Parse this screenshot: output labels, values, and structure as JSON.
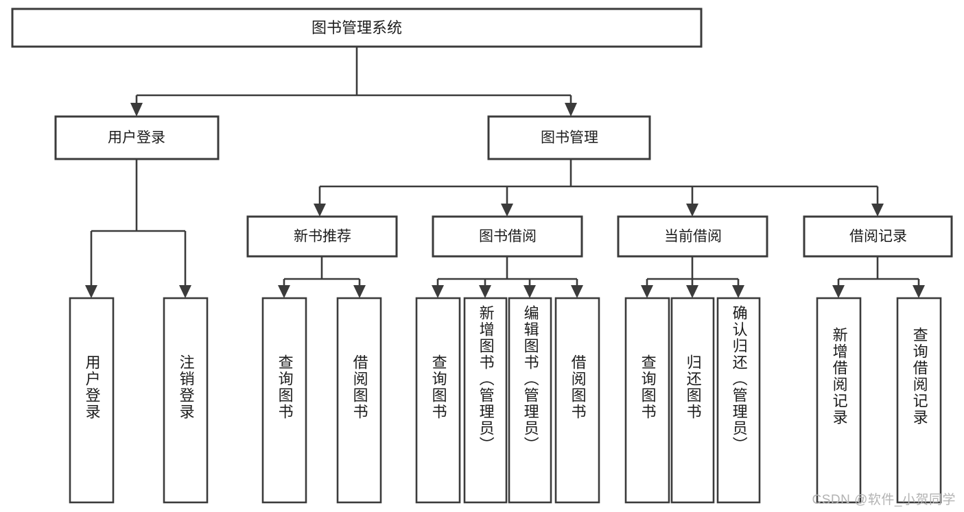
{
  "diagram": {
    "type": "tree",
    "title": "图书管理系统",
    "watermark": "CSDN @软件_小贺同学",
    "colors": {
      "stroke": "#3b3b3b",
      "fill": "#ffffff",
      "text": "#1c1c1c",
      "watermark": "#b3b3b3"
    },
    "root": {
      "id": "root",
      "label": "图书管理系统"
    },
    "level2": [
      {
        "id": "user-login",
        "label": "用户登录"
      },
      {
        "id": "book-manage",
        "label": "图书管理"
      }
    ],
    "level3": [
      {
        "id": "new-book-rec",
        "label": "新书推荐",
        "parent": "book-manage"
      },
      {
        "id": "book-borrow",
        "label": "图书借阅",
        "parent": "book-manage"
      },
      {
        "id": "current-borrow",
        "label": "当前借阅",
        "parent": "book-manage"
      },
      {
        "id": "borrow-record",
        "label": "借阅记录",
        "parent": "book-manage"
      }
    ],
    "leaves": [
      {
        "id": "leaf-user-login",
        "label": "用户登录",
        "parent": "user-login"
      },
      {
        "id": "leaf-logout",
        "label": "注销登录",
        "parent": "user-login"
      },
      {
        "id": "leaf-query-book-1",
        "label": "查询图书",
        "parent": "new-book-rec"
      },
      {
        "id": "leaf-borrow-book-1",
        "label": "借阅图书",
        "parent": "new-book-rec"
      },
      {
        "id": "leaf-query-book-2",
        "label": "查询图书",
        "parent": "book-borrow"
      },
      {
        "id": "leaf-add-book",
        "label": "新增图书（管理员）",
        "parent": "book-borrow"
      },
      {
        "id": "leaf-edit-book",
        "label": "编辑图书（管理员）",
        "parent": "book-borrow"
      },
      {
        "id": "leaf-borrow-book-2",
        "label": "借阅图书",
        "parent": "book-borrow"
      },
      {
        "id": "leaf-query-book-3",
        "label": "查询图书",
        "parent": "current-borrow"
      },
      {
        "id": "leaf-return-book",
        "label": "归还图书",
        "parent": "current-borrow"
      },
      {
        "id": "leaf-confirm-return",
        "label": "确认归还（管理员）",
        "parent": "current-borrow"
      },
      {
        "id": "leaf-add-record",
        "label": "新增借阅记录",
        "parent": "borrow-record"
      },
      {
        "id": "leaf-query-record",
        "label": "查询借阅记录",
        "parent": "borrow-record"
      }
    ]
  }
}
